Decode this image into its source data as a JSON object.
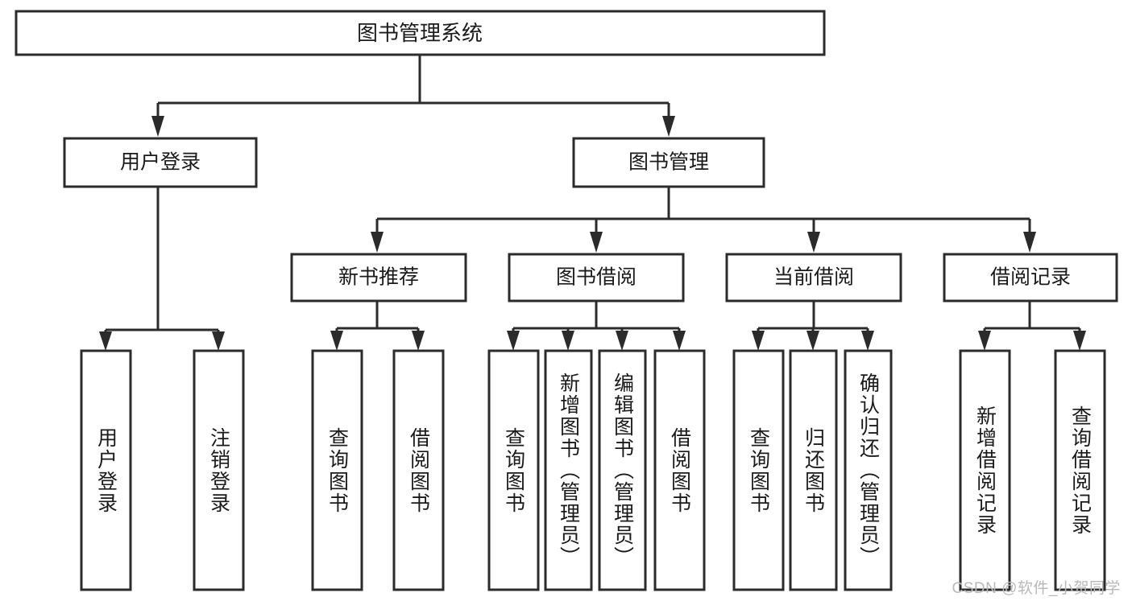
{
  "diagram": {
    "type": "tree-hierarchy",
    "title": "图书管理系统",
    "orientation": "top-down",
    "watermark": "CSDN @软件_小贺同学",
    "colors": {
      "box_fill": "#ffffff",
      "box_stroke": "#2b2b2b",
      "connector": "#2b2b2b",
      "text": "#1a1a1a",
      "watermark": "#b9b9b9",
      "background": "#ffffff"
    },
    "root": {
      "label": "图书管理系统",
      "level": 0
    },
    "level2": [
      {
        "label": "用户登录",
        "level": 1
      },
      {
        "label": "图书管理",
        "level": 1
      }
    ],
    "level3": [
      {
        "label": "新书推荐",
        "level": 2,
        "parent": "图书管理"
      },
      {
        "label": "图书借阅",
        "level": 2,
        "parent": "图书管理"
      },
      {
        "label": "当前借阅",
        "level": 2,
        "parent": "图书管理"
      },
      {
        "label": "借阅记录",
        "level": 2,
        "parent": "图书管理"
      }
    ],
    "leaves": [
      {
        "label": "用户登录",
        "parent": "用户登录",
        "group": 0
      },
      {
        "label": "注销登录",
        "parent": "用户登录",
        "group": 0
      },
      {
        "label": "查询图书",
        "parent": "新书推荐",
        "group": 1
      },
      {
        "label": "借阅图书",
        "parent": "新书推荐",
        "group": 1
      },
      {
        "label": "查询图书",
        "parent": "图书借阅",
        "group": 2
      },
      {
        "label": "新增图书（管理员）",
        "parent": "图书借阅",
        "group": 2
      },
      {
        "label": "编辑图书（管理员）",
        "parent": "图书借阅",
        "group": 2
      },
      {
        "label": "借阅图书",
        "parent": "图书借阅",
        "group": 2
      },
      {
        "label": "查询图书",
        "parent": "当前借阅",
        "group": 3
      },
      {
        "label": "归还图书",
        "parent": "当前借阅",
        "group": 3
      },
      {
        "label": "确认归还（管理员）",
        "parent": "当前借阅",
        "group": 3
      },
      {
        "label": "新增借阅记录",
        "parent": "借阅记录",
        "group": 4
      },
      {
        "label": "查询借阅记录",
        "parent": "借阅记录",
        "group": 4
      }
    ]
  }
}
